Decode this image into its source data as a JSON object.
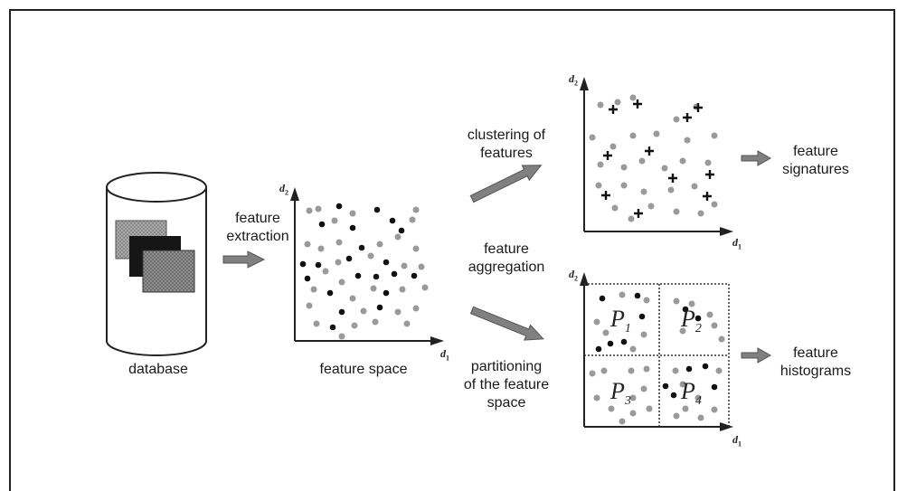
{
  "labels": {
    "database": "database",
    "feature_extraction": "feature\nextraction",
    "feature_space": "feature space",
    "clustering": "clustering of\nfeatures",
    "aggregation": "feature\naggregation",
    "partitioning": "partitioning\nof the feature\nspace",
    "signatures": "feature\nsignatures",
    "histograms": "feature\nhistograms"
  },
  "axes": {
    "d1": "d",
    "d1_sub": "1",
    "d2": "d",
    "d2_sub": "2"
  },
  "partitions": [
    {
      "letter": "P",
      "sub": "1"
    },
    {
      "letter": "P",
      "sub": "2"
    },
    {
      "letter": "P",
      "sub": "3"
    },
    {
      "letter": "P",
      "sub": "4"
    }
  ],
  "colors": {
    "black_dot": "#111111",
    "gray_dot": "#9a9a9a",
    "arrow": "#808080"
  }
}
